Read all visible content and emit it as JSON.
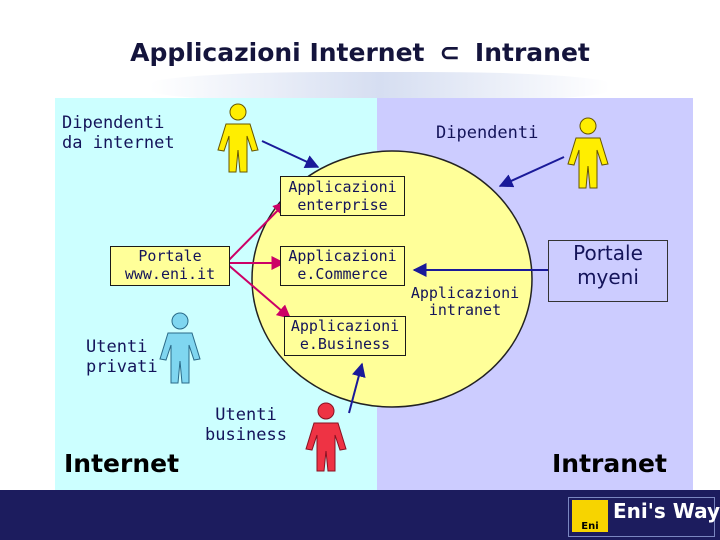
{
  "title": {
    "left": "Applicazioni Internet",
    "symbol": "⊂",
    "right": "Intranet"
  },
  "labels": {
    "dipendenti_internet": "Dipendenti\nda internet",
    "dipendenti": "Dipendenti",
    "app_enterprise": "Applicazioni\nenterprise",
    "portale_eni": "Portale\nwww.eni.it",
    "app_ecommerce": "Applicazioni\ne.Commerce",
    "app_intranet": "Applicazioni\nintranet",
    "portale_myeni": "Portale\nmyeni",
    "utenti_privati": "Utenti\nprivati",
    "app_ebusiness": "Applicazioni\ne.Business",
    "utenti_business": "Utenti\nbusiness",
    "zone_internet": "Internet",
    "zone_intranet": "Intranet"
  },
  "brand": {
    "logo_text": "Eni",
    "name": "Eni's Way"
  },
  "colors": {
    "internet_zone": "#ccffff",
    "intranet_zone": "#ccccff",
    "intranet_circle": "#ffff99",
    "person_yellow": "#ffee00",
    "person_blue": "#7fd6f0",
    "person_red": "#ee3344",
    "arrow_internet": "#cc0066",
    "arrow_intranet": "#1a1a99",
    "footer": "#1c1c5e"
  }
}
